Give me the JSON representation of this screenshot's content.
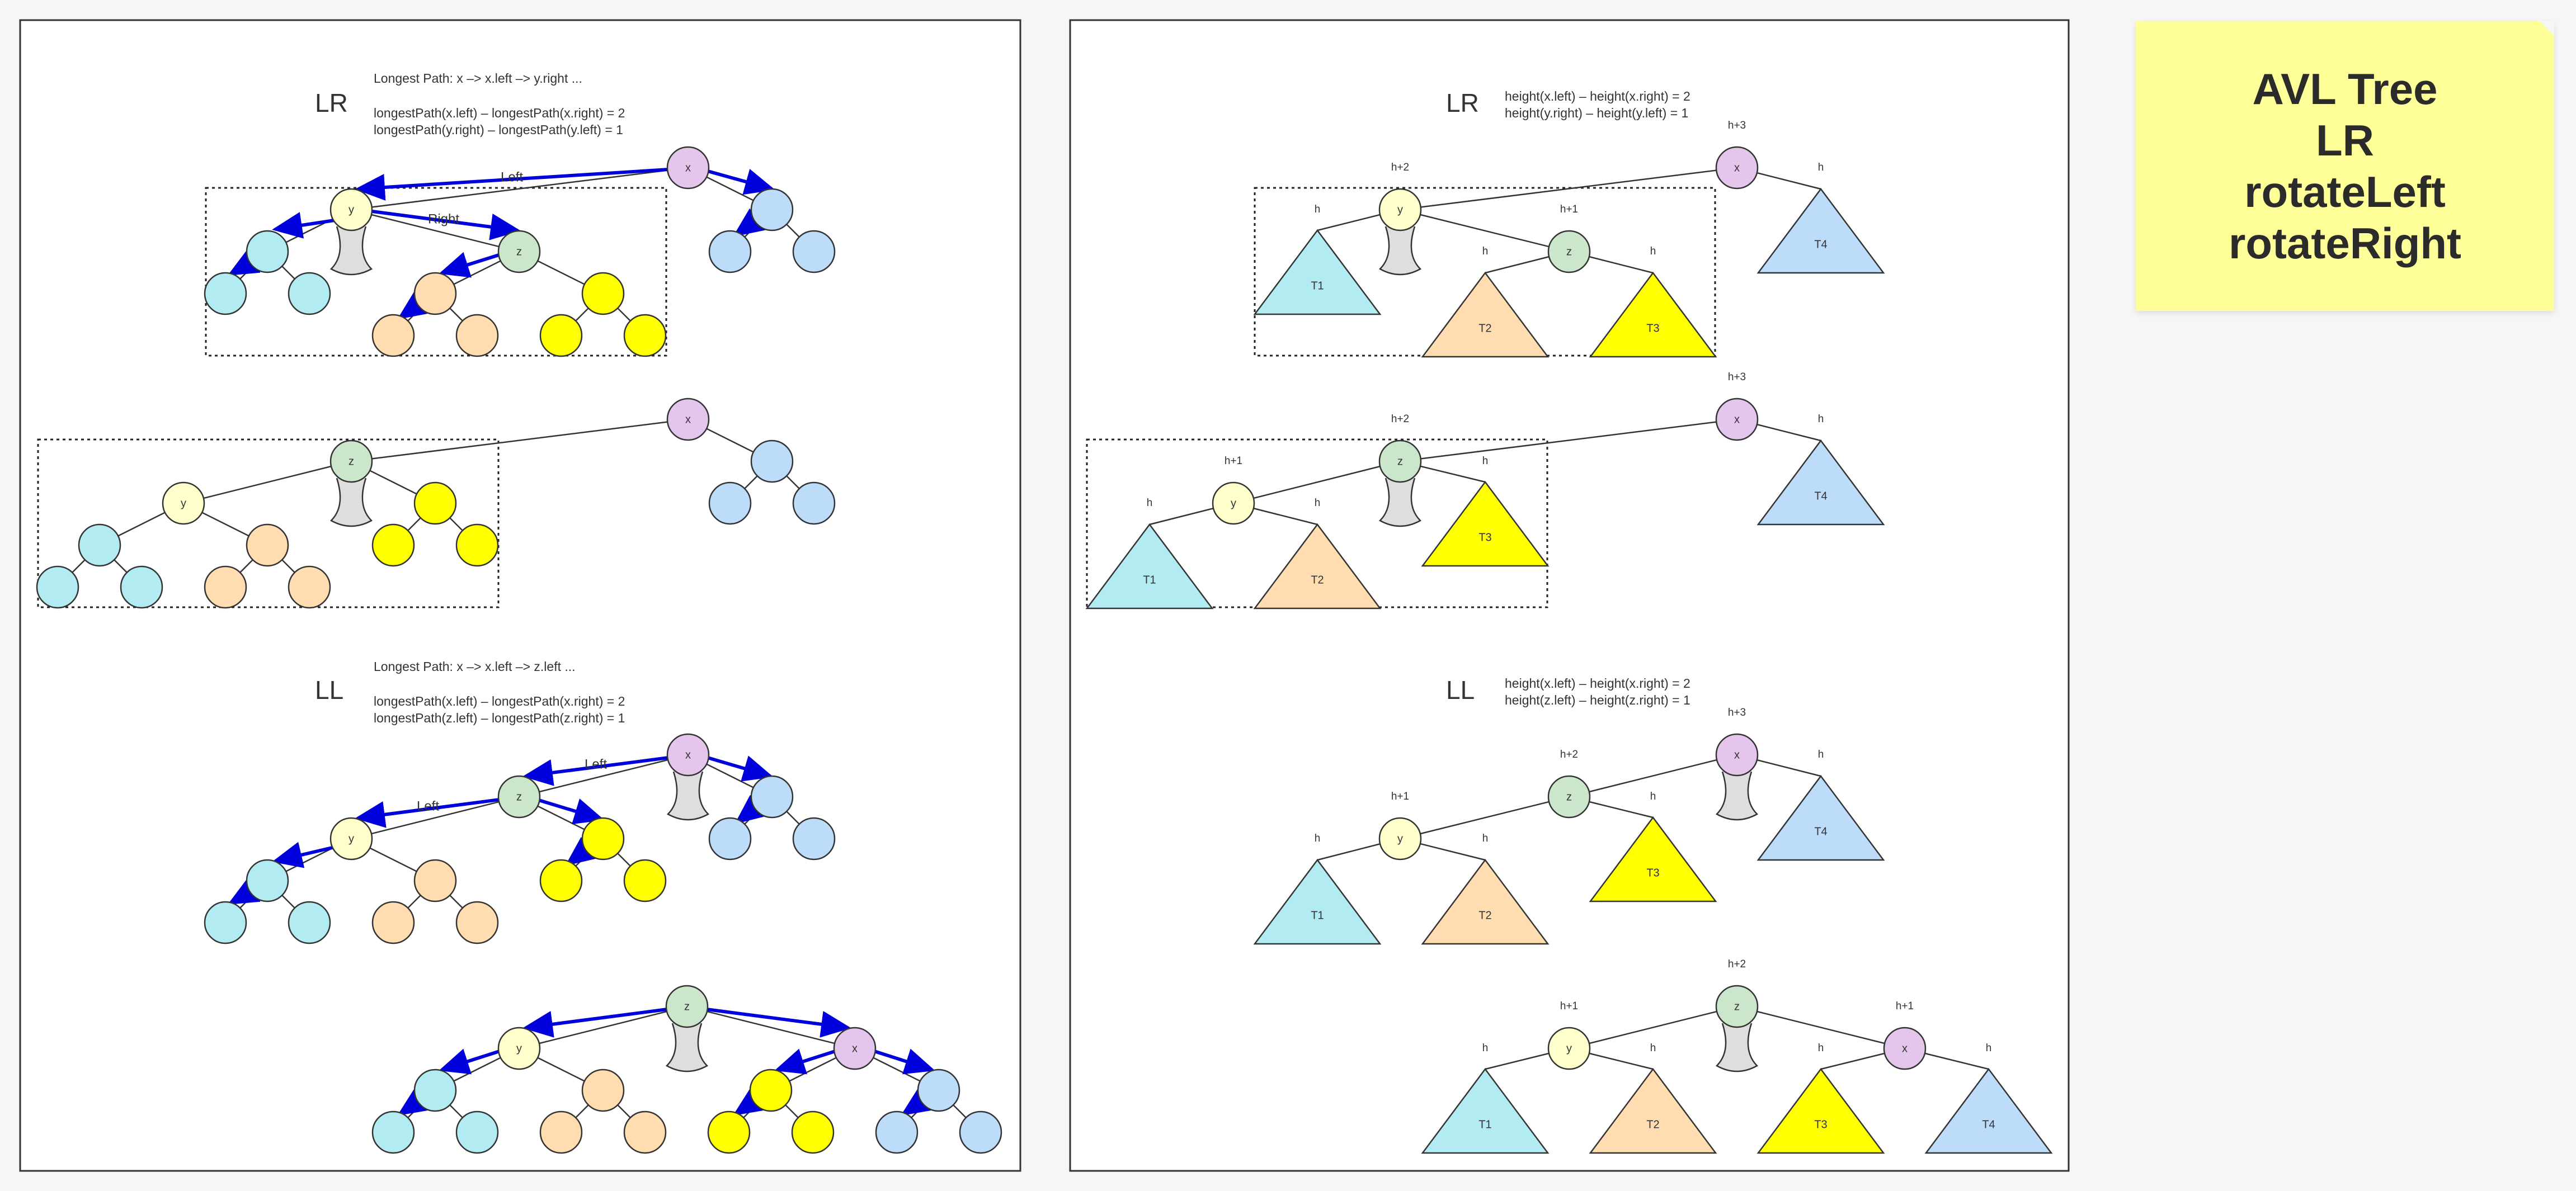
{
  "colors": {
    "x": "#e4c6ec",
    "y": "#ffffcc",
    "z": "#cce6cc",
    "t1": "#b3ebf2",
    "t2": "#ffddb0",
    "t3": "#ffff00",
    "t4": "#bcdcfa",
    "null": "#dedede",
    "arrow": "#0000dd"
  },
  "sticky": {
    "line1": "AVL Tree",
    "line2": "LR",
    "line3": "rotateLeft",
    "line4": "rotateRight"
  },
  "left": {
    "lr_heading": "LR",
    "lr_desc": [
      "Longest Path: x –> x.left –> y.right ...",
      "longestPath(x.left) – longestPath(x.right) = 2",
      "longestPath(y.right) – longestPath(y.left) = 1"
    ],
    "ll_heading": "LL",
    "ll_desc": [
      "Longest Path: x –> x.left –> z.left ...",
      "longestPath(x.left) – longestPath(x.right) = 2",
      "longestPath(z.left) – longestPath(z.right) = 1"
    ],
    "arrow_left": "Left",
    "arrow_right": "Right"
  },
  "right": {
    "lr_heading": "LR",
    "lr_desc": [
      "height(x.left) – height(x.right) = 2",
      "height(y.right) – height(y.left) = 1"
    ],
    "ll_heading": "LL",
    "ll_desc": [
      "height(x.left) – height(x.right) = 2",
      "height(z.left) – height(z.right) = 1"
    ]
  },
  "nodes": {
    "x": "x",
    "y": "y",
    "z": "z"
  },
  "subtrees": {
    "t1": "T1",
    "t2": "T2",
    "t3": "T3",
    "t4": "T4"
  },
  "heights": {
    "h": "h",
    "h1": "h+1",
    "h2": "h+2",
    "h3": "h+3"
  }
}
